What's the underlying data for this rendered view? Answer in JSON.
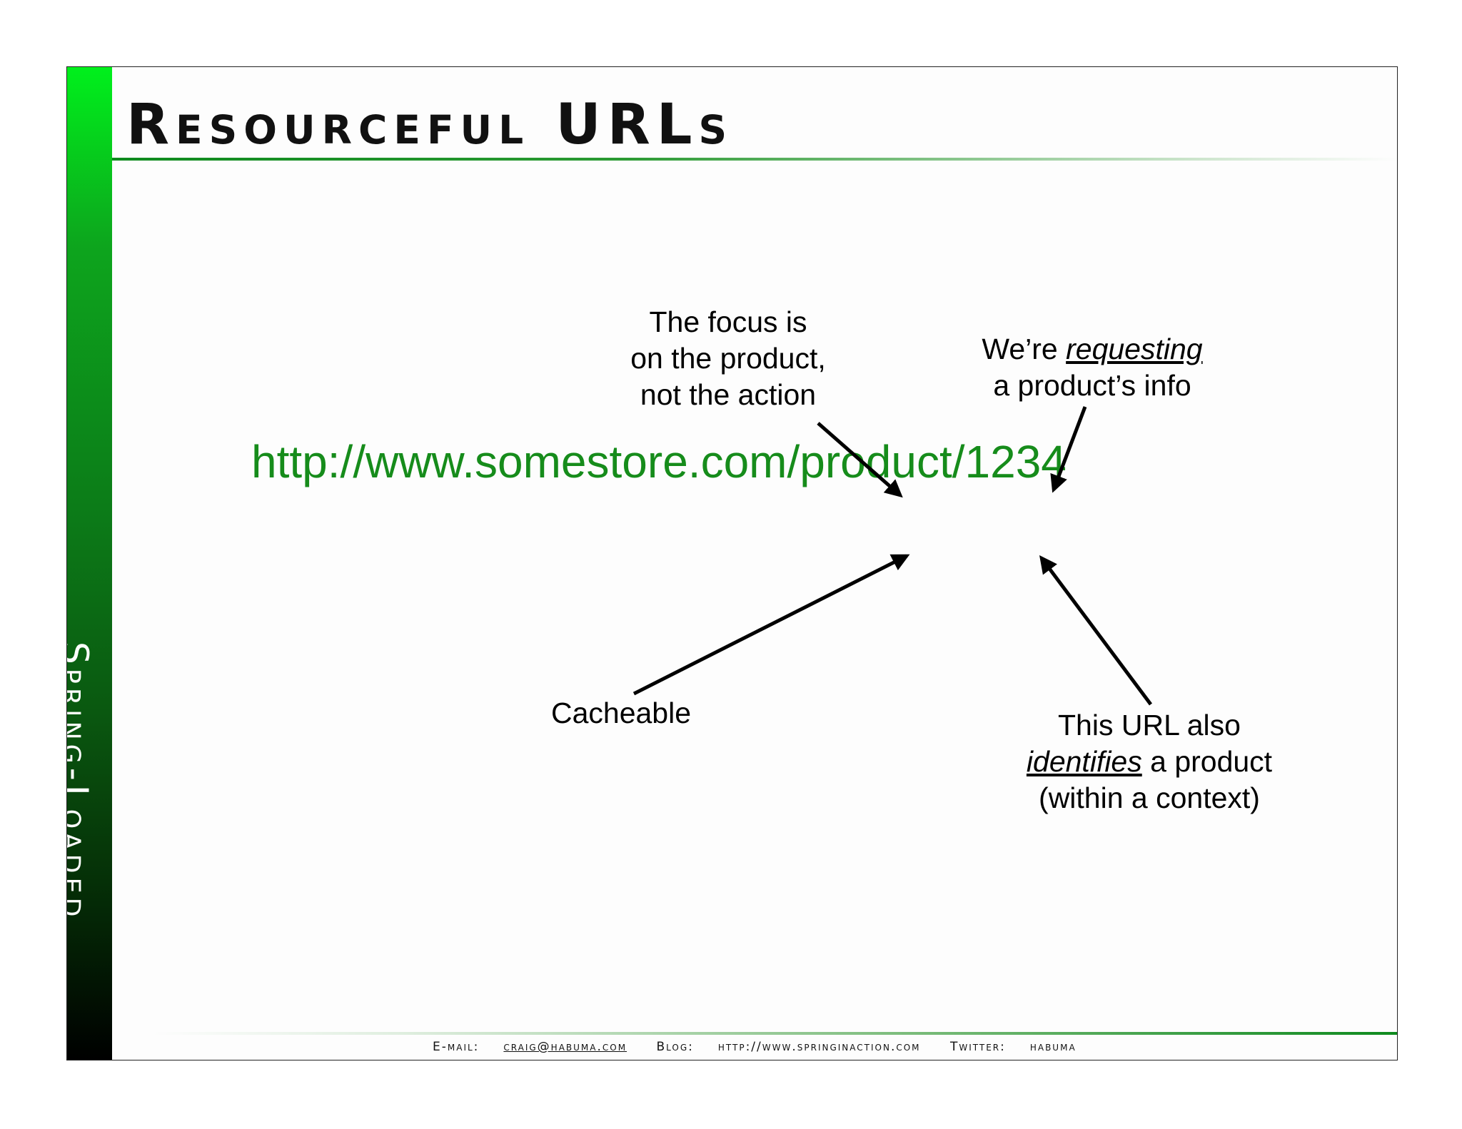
{
  "slide": {
    "title": "Resourceful URLs",
    "side_label": "Spring-Loaded",
    "url": "http://www.somestore.com/product/1234"
  },
  "callouts": {
    "focus": {
      "line1": "The focus is",
      "line2": "on the product,",
      "line3": "not the action"
    },
    "requesting": {
      "prefix": "We’re ",
      "emphasis": "requesting",
      "line2": "a product’s info"
    },
    "cacheable": {
      "text": "Cacheable"
    },
    "identifies": {
      "line1": "This URL also",
      "emphasis": "identifies",
      "line2_rest": " a product",
      "line3": "(within a context)"
    }
  },
  "footer": {
    "email_label": "E-mail:",
    "email": "craig@habuma.com",
    "blog_label": "Blog:",
    "blog": "http://www.springinaction.com",
    "twitter_label": "Twitter:",
    "twitter": "habuma"
  },
  "colors": {
    "url_green": "#168c1b",
    "bar_top": "#00f01c",
    "bar_bottom": "#000000"
  }
}
